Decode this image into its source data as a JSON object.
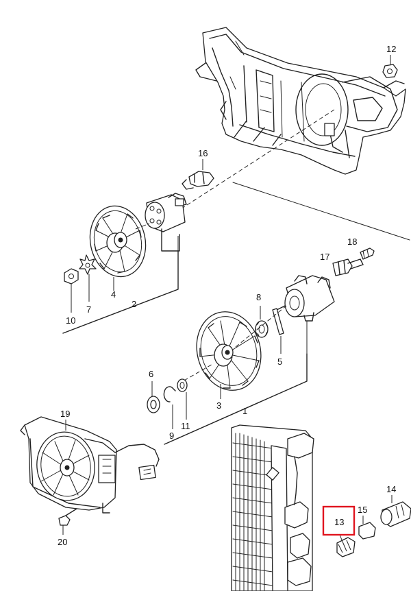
{
  "callouts": {
    "n1": "1",
    "n2": "2",
    "n3": "3",
    "n4": "4",
    "n5": "5",
    "n6": "6",
    "n7": "7",
    "n8": "8",
    "n9": "9",
    "n10": "10",
    "n11": "11",
    "n12": "12",
    "n13": "13",
    "n14": "14",
    "n15": "15",
    "n16": "16",
    "n17": "17",
    "n18": "18",
    "n19": "19",
    "n20": "20"
  },
  "colors": {
    "line": "#222222",
    "highlight": "#e0141e",
    "background": "#ffffff"
  },
  "highlighted_callout": "13"
}
